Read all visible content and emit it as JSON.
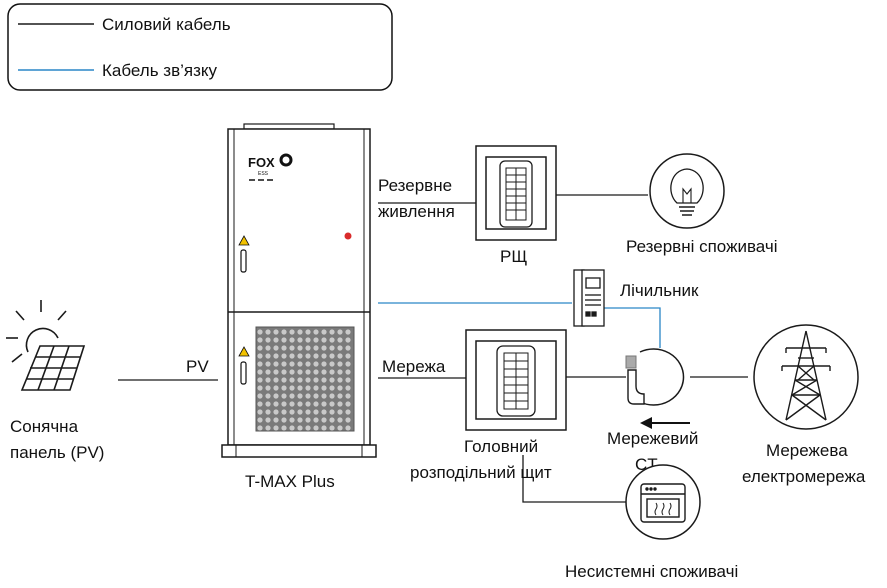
{
  "legend": {
    "power_cable": "Силовий кабель",
    "comm_cable": "Кабель зв’язку"
  },
  "colors": {
    "power_line": "#1a1a1a",
    "comm_line": "#2a86c7",
    "indicator": "#d92b2b"
  },
  "inverter": {
    "brand": "FOX",
    "brand_sub": "ESS",
    "name": "T-MAX Plus"
  },
  "labels": {
    "backup_line1": "Резервне",
    "backup_line2": "живлення",
    "grid_port": "Мережа",
    "pv_port": "PV",
    "pv_panel_line1": "Сонячна",
    "pv_panel_line2": "панель (PV)",
    "backup_panel": "РЩ",
    "backup_loads": "Резервні споживачі",
    "meter": "Лічильник",
    "main_panel_line1": "Головний",
    "main_panel_line2": "розподільний щит",
    "grid_ct_line1": "Мережевий",
    "grid_ct_line2": "CT",
    "utility_grid_line1": "Мережева",
    "utility_grid_line2": "електромережа",
    "non_backup_loads": "Несистемні споживачі"
  }
}
